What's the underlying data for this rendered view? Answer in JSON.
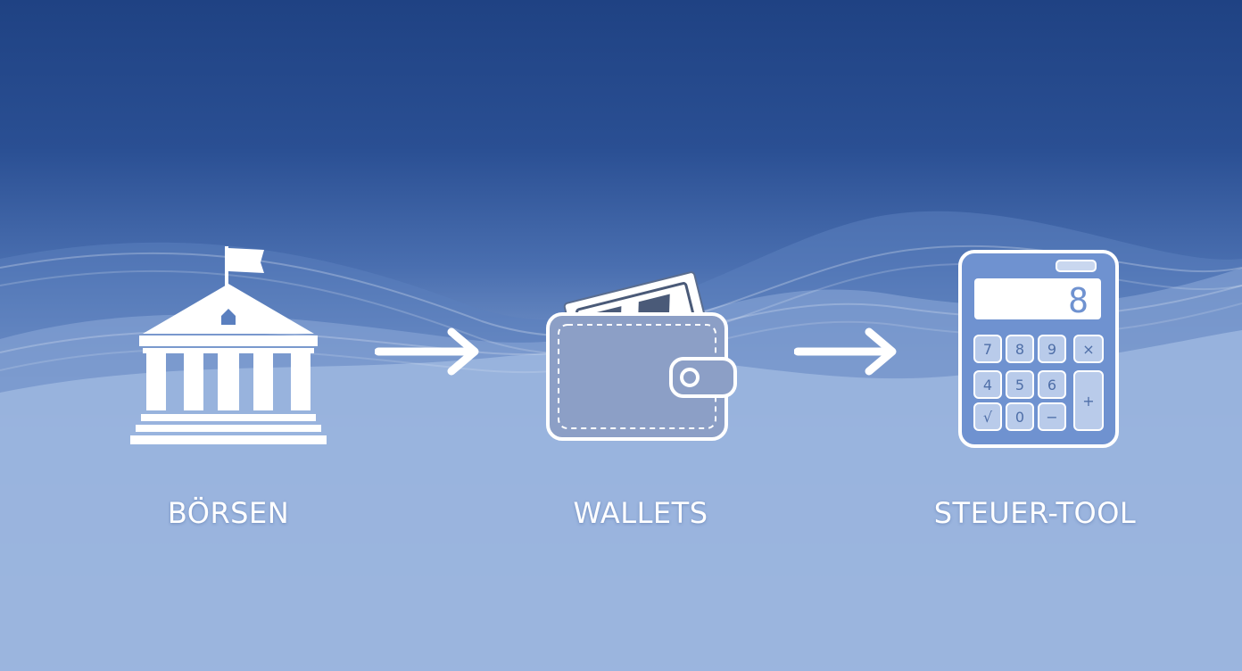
{
  "steps": [
    {
      "label": "BÖRSEN",
      "icon": "bank-building-icon"
    },
    {
      "label": "WALLETS",
      "icon": "wallet-icon"
    },
    {
      "label": "STEUER-TOOL",
      "icon": "calculator-icon"
    }
  ],
  "calculator": {
    "display": "8",
    "keys": [
      "7",
      "8",
      "9",
      "×",
      "4",
      "5",
      "6",
      "+",
      "√",
      "0",
      "−"
    ]
  },
  "colors": {
    "background_top": "#1f4283",
    "background_bottom": "#cfdcf3",
    "icon_white": "#ffffff",
    "wallet_fill": "#8c9fc6",
    "calculator_fill": "#6f92d0",
    "key_fill": "#b9cbea"
  }
}
